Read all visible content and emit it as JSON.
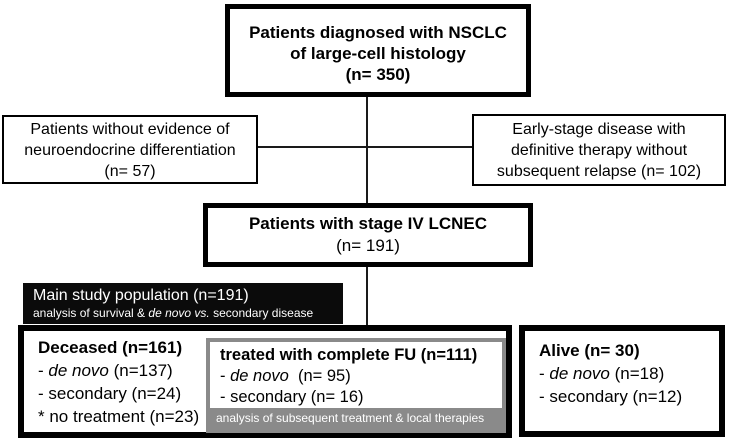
{
  "colors": {
    "border_black": "#000000",
    "banner_background": "#0b0b0b",
    "gray_accent": "#8a8a8a",
    "page_background": "#ffffff"
  },
  "flowchart": {
    "nsclc_box": {
      "line1": "Patients diagnosed with NSCLC",
      "line2": "of large-cell histology",
      "line3": "(n= 350)"
    },
    "exclusion_left": {
      "line1": "Patients without evidence of",
      "line2": "neuroendocrine differentiation",
      "line3": "(n= 57)"
    },
    "exclusion_right": {
      "line1": "Early-stage disease with",
      "line2": "definitive therapy without",
      "line3": "subsequent relapse (n= 102)"
    },
    "stage_iv": {
      "title": "Patients with stage IV LCNEC",
      "count": "(n= 191)"
    },
    "banner": {
      "title": "Main study population (n=191)",
      "subtitle_pre": "analysis of survival & ",
      "subtitle_italic": "de novo vs.",
      "subtitle_post": " secondary disease"
    },
    "deceased": {
      "title": "Deceased (n=161)",
      "rows": [
        {
          "pre": "- ",
          "italic": "de novo",
          "post": " (n=137)"
        },
        {
          "pre": "- secondary (n=24)",
          "italic": "",
          "post": ""
        },
        {
          "pre": "* no treatment (n=23)",
          "italic": "",
          "post": ""
        }
      ]
    },
    "treated": {
      "title": "treated with complete FU (n=111)",
      "rows": [
        {
          "pre": "- ",
          "italic": "de novo",
          "post": "  (n= 95)"
        },
        {
          "pre": "- secondary (n= 16)",
          "italic": "",
          "post": ""
        }
      ],
      "footer": "analysis of subsequent treatment & local therapies"
    },
    "alive": {
      "title": "Alive (n= 30)",
      "rows": [
        {
          "pre": "- ",
          "italic": "de novo",
          "post": " (n=18)"
        },
        {
          "pre": "- secondary (n=12)",
          "italic": "",
          "post": ""
        }
      ]
    }
  }
}
